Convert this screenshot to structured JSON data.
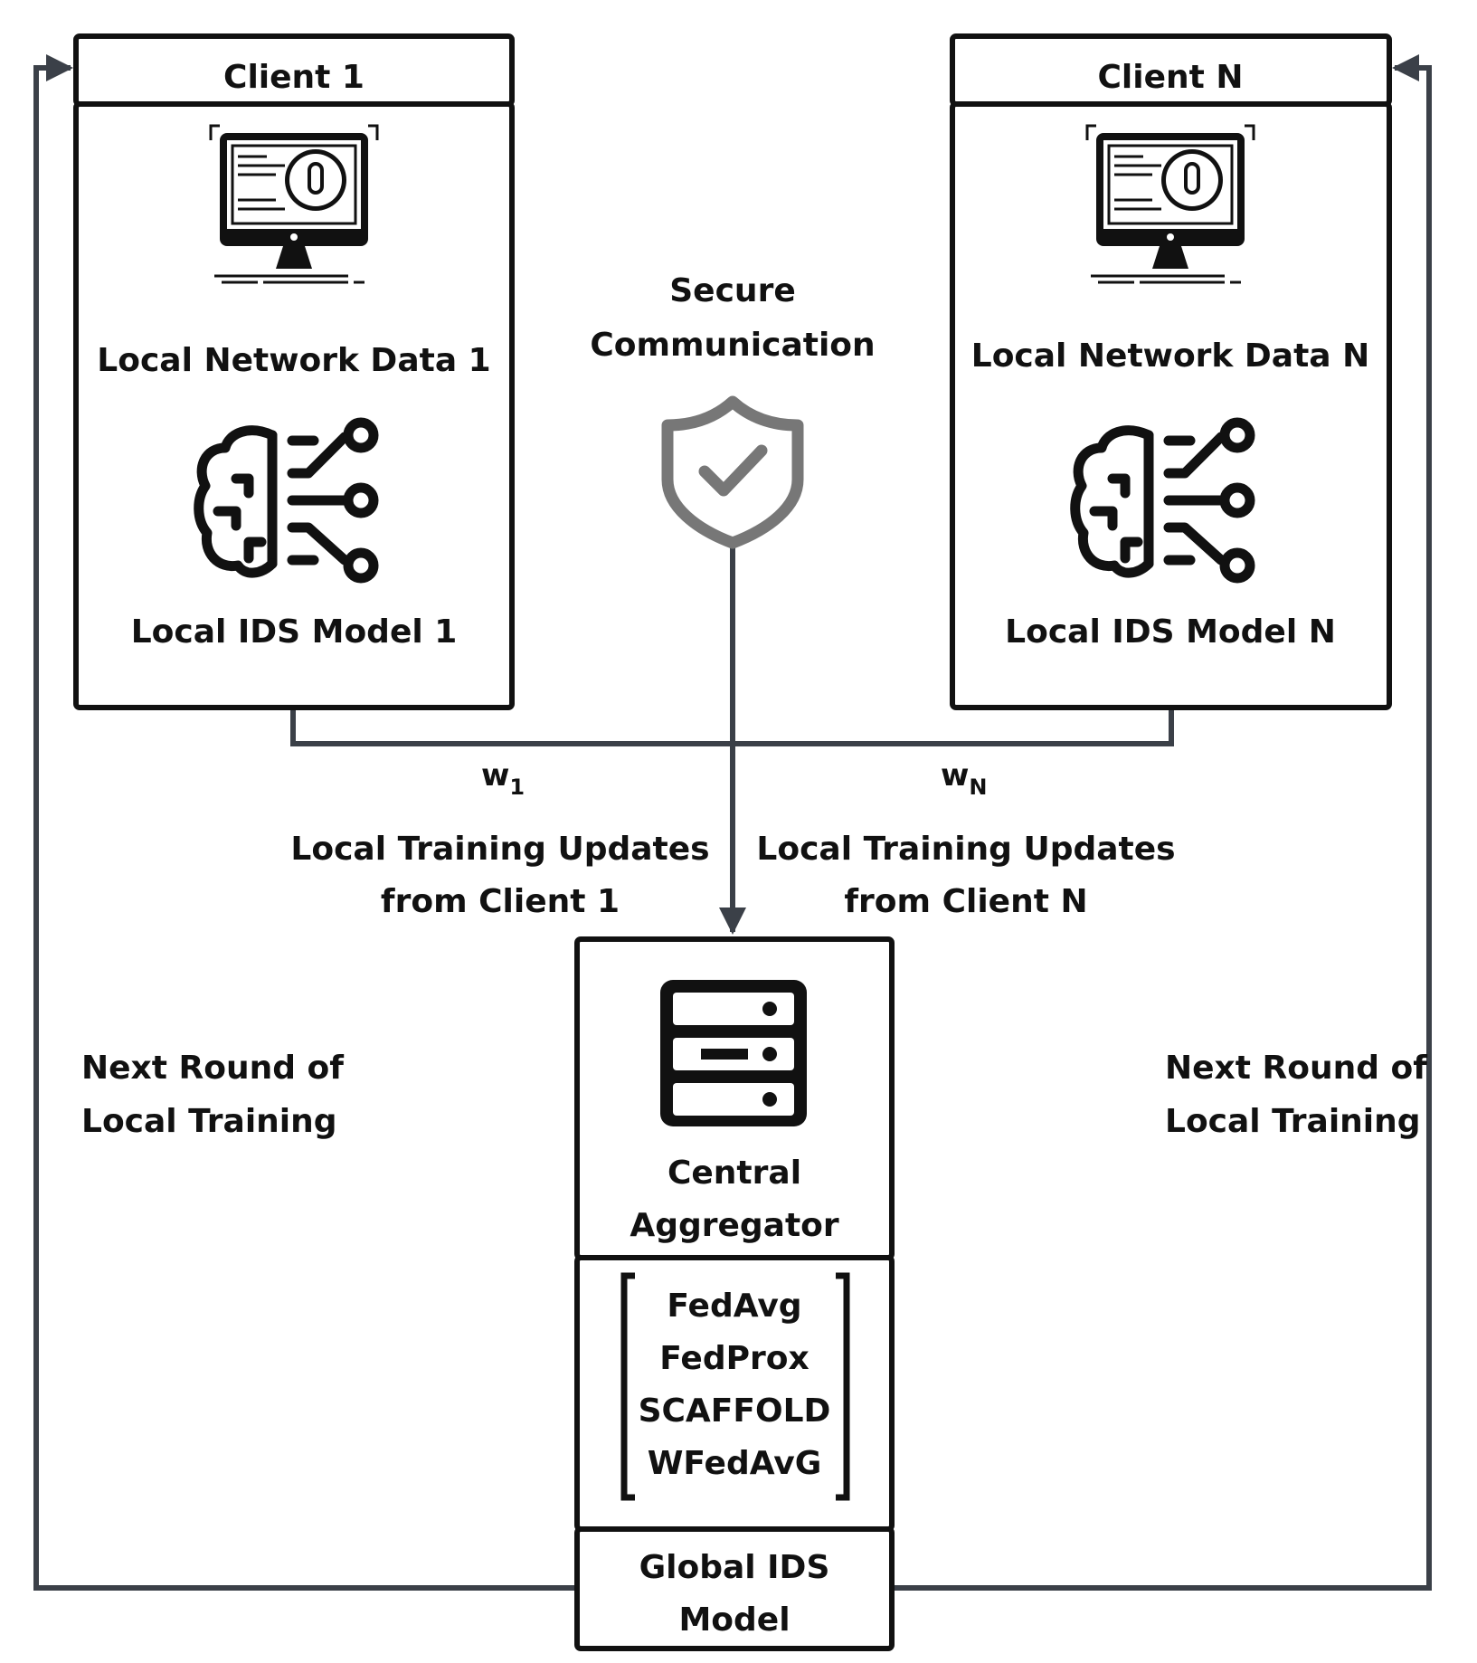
{
  "client_1": {
    "title": "Client 1",
    "data_label": "Local Network Data 1",
    "model_label": "Local IDS Model 1",
    "computer_icon": "computer-monitor-icon",
    "brain_icon": "brain-circuit-icon"
  },
  "client_n": {
    "title": "Client N",
    "data_label": "Local Network Data N",
    "model_label": "Local IDS Model N",
    "computer_icon": "computer-monitor-icon",
    "brain_icon": "brain-circuit-icon"
  },
  "secure": {
    "line1": "Secure",
    "line2": "Communication",
    "icon": "shield-check-icon"
  },
  "weights": {
    "w1_base": "w",
    "w1_sub": "1",
    "wn_base": "w",
    "wn_sub": "N"
  },
  "updates": {
    "client1_line1": "Local Training Updates",
    "client1_line2": "from Client 1",
    "clientn_line1": "Local Training Updates",
    "clientn_line2": "from Client N"
  },
  "next_round": {
    "left_line1": "Next Round of",
    "left_line2": "Local Training",
    "right_line1": "Next Round of",
    "right_line2": "Local Training"
  },
  "aggregator": {
    "title_line1": "Central",
    "title_line2": "Aggregator",
    "icon": "server-icon",
    "algorithms": [
      "FedAvg",
      "FedProx",
      "SCAFFOLD",
      "WFedAvG"
    ]
  },
  "global_model": {
    "line1": "Global IDS",
    "line2": "Model"
  },
  "colors": {
    "box_border": "#111111",
    "connector": "#3b4048",
    "shield": "#777777"
  }
}
